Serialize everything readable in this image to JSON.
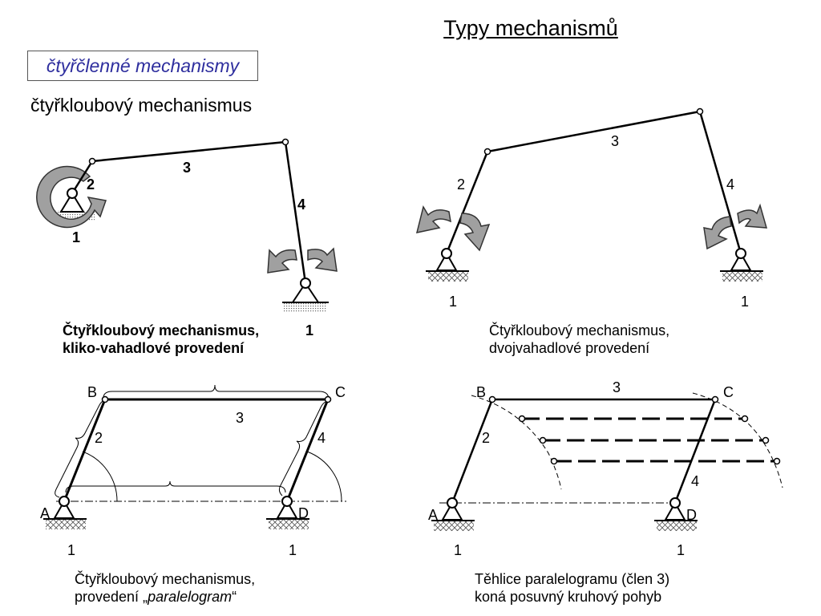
{
  "title": "Typy mechanismů",
  "subtitle": "čtyřčlenné mechanismy",
  "heading": "čtyřkloubový mechanismus",
  "panels": {
    "p1": {
      "caption_line1": "Čtyřkloubový mechanismus,",
      "caption_line2": "kliko-vahadlové provedení",
      "labels": {
        "link2": "2",
        "link3": "3",
        "link4": "4",
        "frame_left": "1",
        "frame_right": "1"
      }
    },
    "p2": {
      "caption_line1": "Čtyřkloubový mechanismus,",
      "caption_line2": "dvojvahadlové provedení",
      "labels": {
        "link2": "2",
        "link3": "3",
        "link4": "4",
        "frame_left": "1",
        "frame_right": "1"
      }
    },
    "p3": {
      "caption_line1": "Čtyřkloubový mechanismus,",
      "caption_line2_prefix": "provedení „",
      "caption_line2_italic": "paralelogram",
      "caption_line2_suffix": "“",
      "labels": {
        "A": "A",
        "B": "B",
        "C": "C",
        "D": "D",
        "link2": "2",
        "link3": "3",
        "link4": "4",
        "frame_left": "1",
        "frame_right": "1"
      }
    },
    "p4": {
      "caption_line1": "Těhlice paralelogramu (člen 3)",
      "caption_line2": "koná posuvný kruhový pohyb",
      "labels": {
        "A": "A",
        "B": "B",
        "C": "C",
        "D": "D",
        "link2": "2",
        "link3": "3",
        "link4": "4",
        "frame_left": "1",
        "frame_right": "1"
      }
    }
  },
  "colors": {
    "accent_text": "#2e2e9e",
    "arrow_fill": "#a0a0a0",
    "hatch": "#808080"
  }
}
